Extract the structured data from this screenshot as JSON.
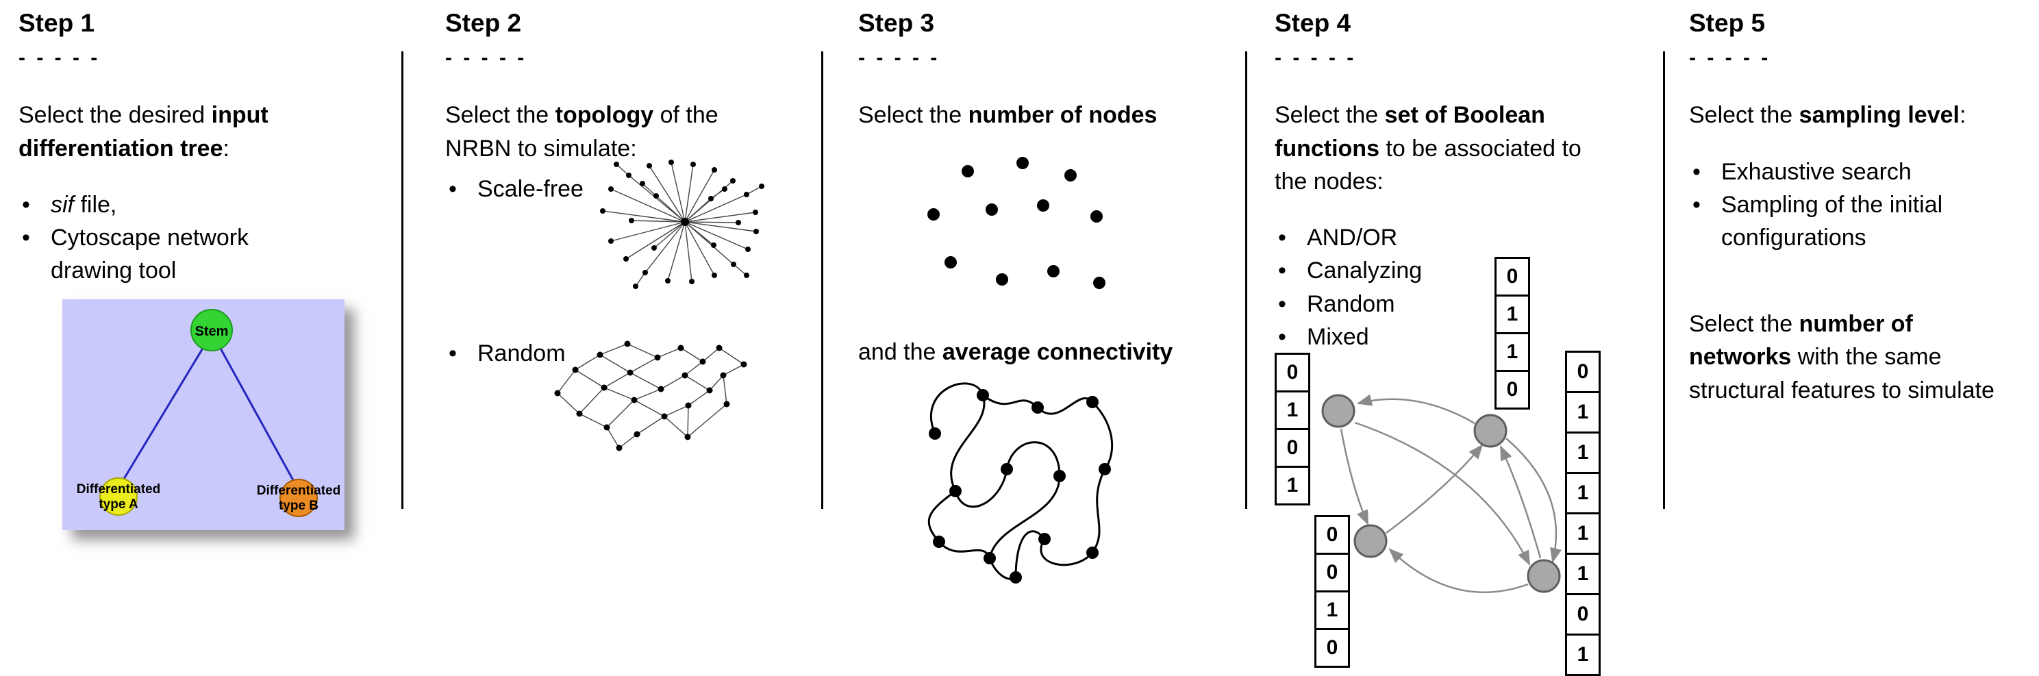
{
  "figure": {
    "background": "#ffffff",
    "divider_color": "#000000"
  },
  "steps": [
    {
      "title": "Step 1",
      "dashes": "- - - - -",
      "intro": [
        {
          "t": "Select the desired "
        },
        {
          "t": "input\ndifferentiation tree",
          "b": true
        },
        {
          "t": ":"
        }
      ],
      "bullets": [
        [
          {
            "t": "sif",
            "i": true
          },
          {
            "t": " file,"
          }
        ],
        [
          {
            "t": "Cytoscape network\ndrawing tool"
          }
        ]
      ],
      "tree": {
        "stem": {
          "label": "Stem"
        },
        "type_a": {
          "line1": "Differentiated",
          "line2": "type A"
        },
        "type_b": {
          "line1": "Differentiated",
          "line2": "type B"
        },
        "colors": {
          "background": "#c9c9fb",
          "stem": "#35d435",
          "type_a": "#ecec1c",
          "type_b": "#ec8c24",
          "edge": "#2525c0"
        }
      }
    },
    {
      "title": "Step 2",
      "dashes": "- - - - -",
      "intro": [
        {
          "t": "Select the "
        },
        {
          "t": "topology",
          "b": true
        },
        {
          "t": " of the\nNRBN to simulate:"
        }
      ],
      "bullets": [
        [
          {
            "t": "Scale-free"
          }
        ],
        [
          {
            "t": "Random"
          }
        ]
      ]
    },
    {
      "title": "Step 3",
      "dashes": "- - - - -",
      "intro": [
        {
          "t": "Select the "
        },
        {
          "t": "number of nodes",
          "b": true
        }
      ],
      "second_text": [
        {
          "t": "and the "
        },
        {
          "t": "average connectivity",
          "b": true
        }
      ]
    },
    {
      "title": "Step 4",
      "dashes": "- - - - -",
      "intro": [
        {
          "t": "Select the "
        },
        {
          "t": "set of Boolean\nfunctions",
          "b": true
        },
        {
          "t": " to be associated to\nthe nodes:"
        }
      ],
      "bullets": [
        [
          {
            "t": "AND/OR"
          }
        ],
        [
          {
            "t": "Canalyzing"
          }
        ],
        [
          {
            "t": "Random"
          }
        ],
        [
          {
            "t": "Mixed"
          }
        ]
      ],
      "truth_tables": {
        "left": [
          "0",
          "1",
          "0",
          "1"
        ],
        "top": [
          "0",
          "1",
          "1",
          "0"
        ],
        "right": [
          "0",
          "1",
          "1",
          "1",
          "1",
          "1",
          "0",
          "1"
        ],
        "bottom": [
          "0",
          "0",
          "1",
          "0"
        ]
      },
      "colors": {
        "node_fill": "#a8a8a8",
        "node_stroke": "#5f5f5f",
        "arrow": "#8a8a8a"
      }
    },
    {
      "title": "Step 5",
      "dashes": "- - - - -",
      "intro": [
        {
          "t": "Select the "
        },
        {
          "t": "sampling level",
          "b": true
        },
        {
          "t": ":"
        }
      ],
      "bullets": [
        [
          {
            "t": "Exhaustive search"
          }
        ],
        [
          {
            "t": "Sampling of the initial\nconfigurations"
          }
        ]
      ],
      "second_text": [
        {
          "t": "Select the "
        },
        {
          "t": "number of\nnetworks",
          "b": true
        },
        {
          "t": " with the same\nstructural features to simulate"
        }
      ]
    }
  ]
}
